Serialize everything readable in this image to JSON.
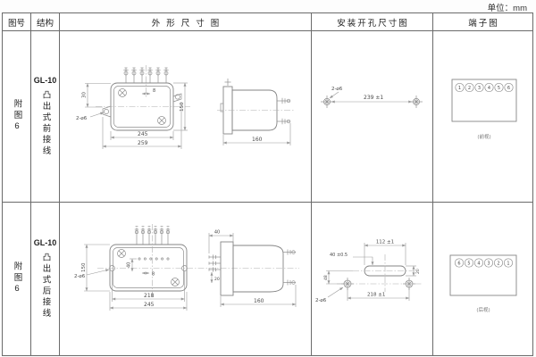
{
  "unit_label": "单位：mm",
  "colors": {
    "grid": "#6b6b6b",
    "drawing_line": "#858585",
    "dim_line": "#9a9a9a",
    "text": "#333333"
  },
  "table": {
    "headers": {
      "fig": "图号",
      "structure": "结构",
      "outline": "外形尺寸图",
      "mounting": "安装开孔尺寸图",
      "terminal": "端子图"
    },
    "rows": [
      {
        "fig_no": "附图6",
        "model": "GL-10",
        "wiring": "凸出式前接线",
        "outline": {
          "offset_top": "30",
          "hole_label": "2-⌀6",
          "pitch": "8",
          "body_width": "245",
          "overall_width": "259",
          "height": "150",
          "depth": "160"
        },
        "mounting": {
          "hole_label": "2-⌀6",
          "spacing": "239 ±1"
        },
        "terminal": {
          "numbers": [
            "1",
            "2",
            "3",
            "4",
            "5",
            "6"
          ],
          "note": "(前视)"
        }
      },
      {
        "fig_no": "附图6",
        "model": "GL-10",
        "wiring": "凸出式后接线",
        "outline": {
          "height": "150",
          "contact_height": "40",
          "pitch": "8",
          "hole_label": "2-⌀6",
          "stud_spacing": "218",
          "body_width": "245",
          "rear_depth": "40",
          "rear_offset": "20",
          "depth": "160"
        },
        "mounting": {
          "slot_width": "112 ±1",
          "slot_label": "40 ±0.5",
          "offset_left": "48",
          "offset_right": "20",
          "spacing": "218 ±1",
          "hole_label": "2-⌀6"
        },
        "terminal": {
          "numbers": [
            "6",
            "5",
            "4",
            "3",
            "2",
            "1"
          ],
          "note": "(后视)"
        }
      }
    ]
  }
}
